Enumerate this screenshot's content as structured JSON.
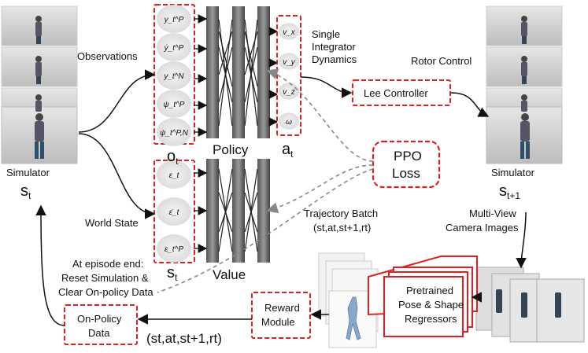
{
  "labels": {
    "observations": "Observations",
    "world_state": "World State",
    "simulator_left": "Simulator",
    "s_t_left": "s",
    "s_t_left_sub": "t",
    "policy": "Policy",
    "value": "Value",
    "o_t": "o",
    "o_t_sub": "t",
    "s_t_mid": "s",
    "s_t_mid_sub": "t",
    "a_t": "a",
    "a_t_sub": "t",
    "single_integrator": [
      "Single",
      "Integrator",
      "Dynamics"
    ],
    "rotor_control": "Rotor Control",
    "lee_controller": "Lee Controller",
    "ppo_loss": [
      "PPO",
      "Loss"
    ],
    "simulator_right": "Simulator",
    "s_t1": "s",
    "s_t1_sub": "t+1",
    "trajectory_batch": "Trajectory Batch",
    "trajectory_tuple": "(st,at,st+1,rt)",
    "multiview": [
      "Multi-View",
      "Camera Images"
    ],
    "episode_end": [
      "At episode end:",
      "Reset Simulation  &",
      "Clear On-policy Data"
    ],
    "reward_module": [
      "Reward",
      "Module"
    ],
    "on_policy_data": [
      "On-Policy",
      "Data"
    ],
    "bottom_tuple": "(st,at,st+1,rt)",
    "pretrained": [
      "Pretrained",
      "Pose & Shape",
      "Regressors"
    ]
  },
  "observations": [
    "y_t^P",
    "ẏ_t^P",
    "y_t^N",
    "ψ_t^P",
    "ψ_t^P,N"
  ],
  "world_state": [
    "ε_t",
    "ε̇_t",
    "ε_t^P"
  ],
  "actions": [
    "v_x",
    "v_y",
    "v_z",
    "ω"
  ],
  "colors": {
    "dash_red": "#e02020",
    "gray": "#888888"
  }
}
